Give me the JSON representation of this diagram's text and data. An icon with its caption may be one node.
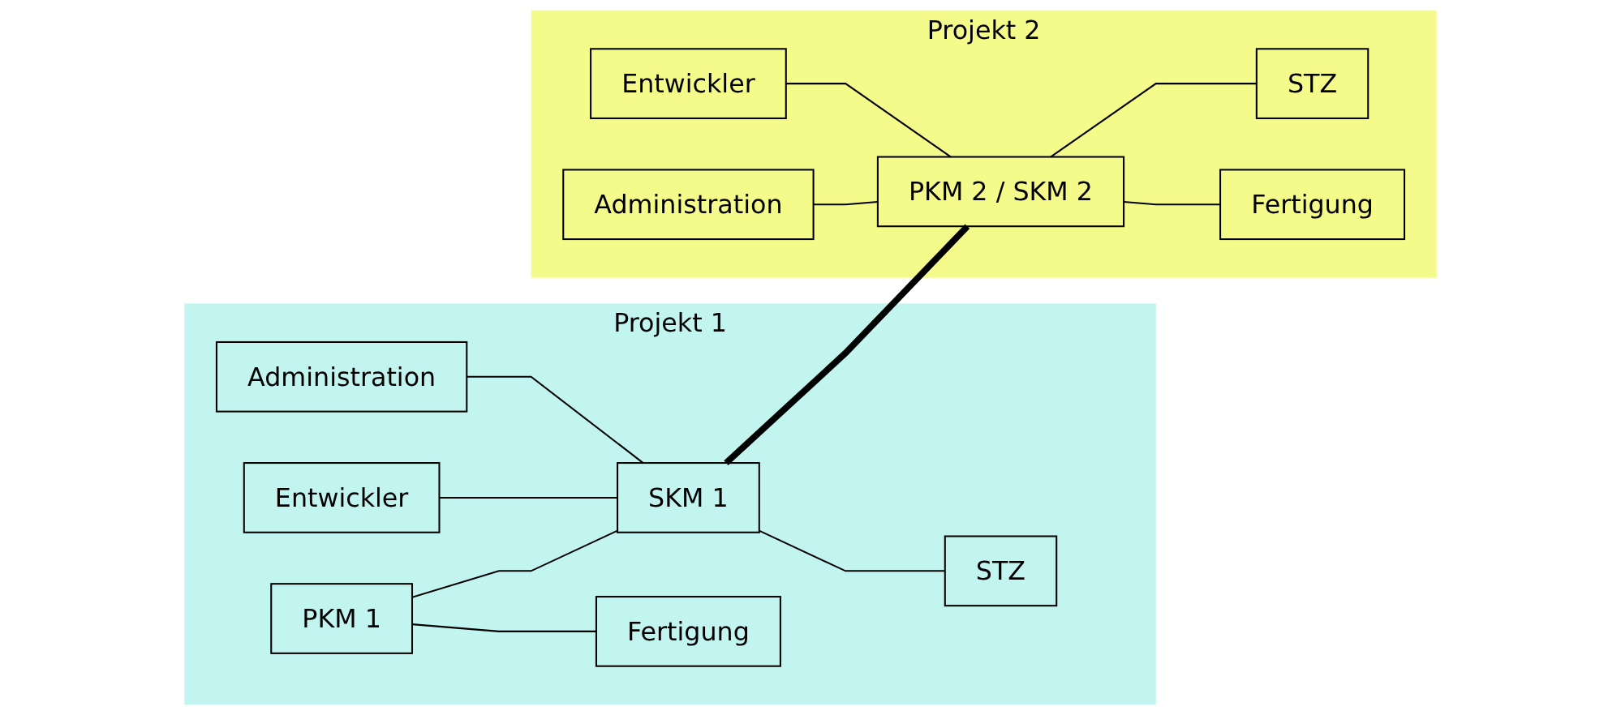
{
  "diagram": {
    "nodes": [
      {
        "text": [
          "Projekt 1"
        ]
      },
      {
        "text": [
          "Administration"
        ],
        "in": 0
      },
      {
        "text": [
          "Entwickler"
        ],
        "in": 0
      },
      {
        "text": [
          "PKM 1"
        ],
        "in": 0
      },
      {
        "text": [
          "SKM 1"
        ],
        "in": 0
      },
      {
        "text": [
          "Fertigung"
        ],
        "in": 0
      },
      {
        "text": [
          "STZ"
        ],
        "in": 0
      },
      {
        "text": [
          "Projekt 2"
        ]
      },
      {
        "text": [
          "Entwickler"
        ],
        "in": 7
      },
      {
        "text": [
          "Administration"
        ],
        "in": 7
      },
      {
        "text": [
          "PKM 2 / SKM 2"
        ],
        "in": 7
      },
      {
        "text": [
          "STZ"
        ],
        "in": 7
      },
      {
        "text": [
          "Fertigung"
        ],
        "in": 7
      }
    ],
    "edges": [
      {
        "from": 1,
        "to": 4,
        "arrow": "none"
      },
      {
        "from": 2,
        "to": 4,
        "arrow": "none"
      },
      {
        "from": 3,
        "to": 4,
        "arrow": "none"
      },
      {
        "from": 3,
        "to": 5,
        "arrow": "none"
      },
      {
        "from": 4,
        "to": 6,
        "arrow": "none"
      },
      {
        "from": 4,
        "to": 10,
        "arrow": "none",
        "style": "thick"
      },
      {
        "from": 8,
        "to": 10,
        "arrow": "none"
      },
      {
        "from": 9,
        "to": 10,
        "arrow": "none"
      },
      {
        "from": 10,
        "to": 11,
        "arrow": "none"
      },
      {
        "from": 10,
        "to": 12,
        "arrow": "none"
      }
    ]
  }
}
